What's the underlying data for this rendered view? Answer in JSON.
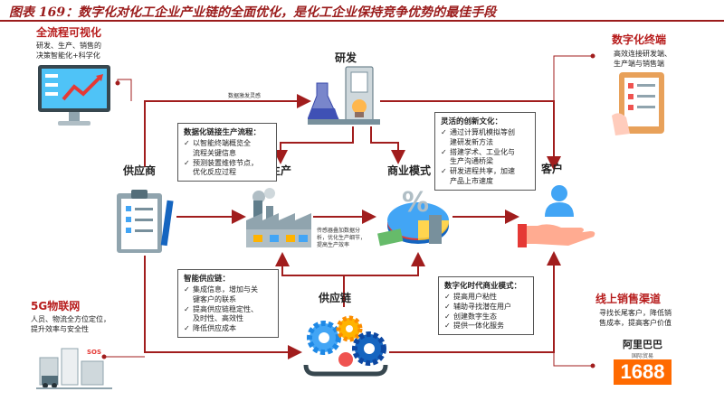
{
  "title": "图表 169：数字化对化工企业产业链的全面优化，是化工企业保持竞争优势的最佳手段",
  "nodes": {
    "visualization": {
      "title": "全流程可视化",
      "desc": [
        "研发、生产、销售的",
        "决策智能化+科学化"
      ]
    },
    "rnd": {
      "title": "研发"
    },
    "terminal": {
      "title": "数字化终端",
      "desc": [
        "高效连接研发端、",
        "生产端与销售端"
      ]
    },
    "supplier": {
      "title": "供应商"
    },
    "production": {
      "title": "生产"
    },
    "business_model": {
      "title": "商业模式"
    },
    "customer": {
      "title": "客户"
    },
    "supply_chain": {
      "title": "供应链"
    },
    "iot": {
      "title": "5G物联网",
      "desc": [
        "人员、物流全方位定位，",
        "提升效率与安全性"
      ]
    },
    "online": {
      "title": "线上销售渠道",
      "desc": [
        "寻找长尾客户，降低销",
        "售成本，提高客户价值"
      ]
    }
  },
  "annotations": {
    "data_inspire": "数据激发灵感",
    "sensor": [
      "传感器叠加数据分",
      "析，优化生产细节，",
      "提高生产效率"
    ]
  },
  "boxes": {
    "production_flow": {
      "title": "数据化链接生产流程：",
      "items": [
        [
          "以智能终端概览全",
          "流程关键信息"
        ],
        [
          "预测装置维修节点，",
          "优化反应过程"
        ]
      ]
    },
    "innovation": {
      "title": "灵活的创新文化：",
      "items": [
        [
          "通过计算机模拟等创",
          "建研发新方法"
        ],
        [
          "搭建学术、工业化与",
          "生产沟通桥梁"
        ],
        [
          "研发进程共享，加速",
          "产品上市速度"
        ]
      ]
    },
    "smart_supply": {
      "title": "智能供应链：",
      "items": [
        [
          "集成信息，增加与关",
          "键客户的联系"
        ],
        [
          "提高供应链稳定性、",
          "及时性、高效性"
        ],
        [
          "降低供应成本"
        ]
      ]
    },
    "digital_business": {
      "title": "数字化时代商业模式：",
      "items": [
        [
          "提高用户粘性"
        ],
        [
          "辅助寻找潜在用户"
        ],
        [
          "创建数字生态"
        ],
        [
          "提供一体化服务"
        ]
      ]
    }
  },
  "logos": {
    "alibaba": "阿里巴巴",
    "alibaba_sub": "国际贸易",
    "number": "1688"
  },
  "iot_tag": "SOS",
  "colors": {
    "title": "#9b1c1c",
    "arrow": "#a11d1d",
    "accent_red": "#b71c1c"
  }
}
